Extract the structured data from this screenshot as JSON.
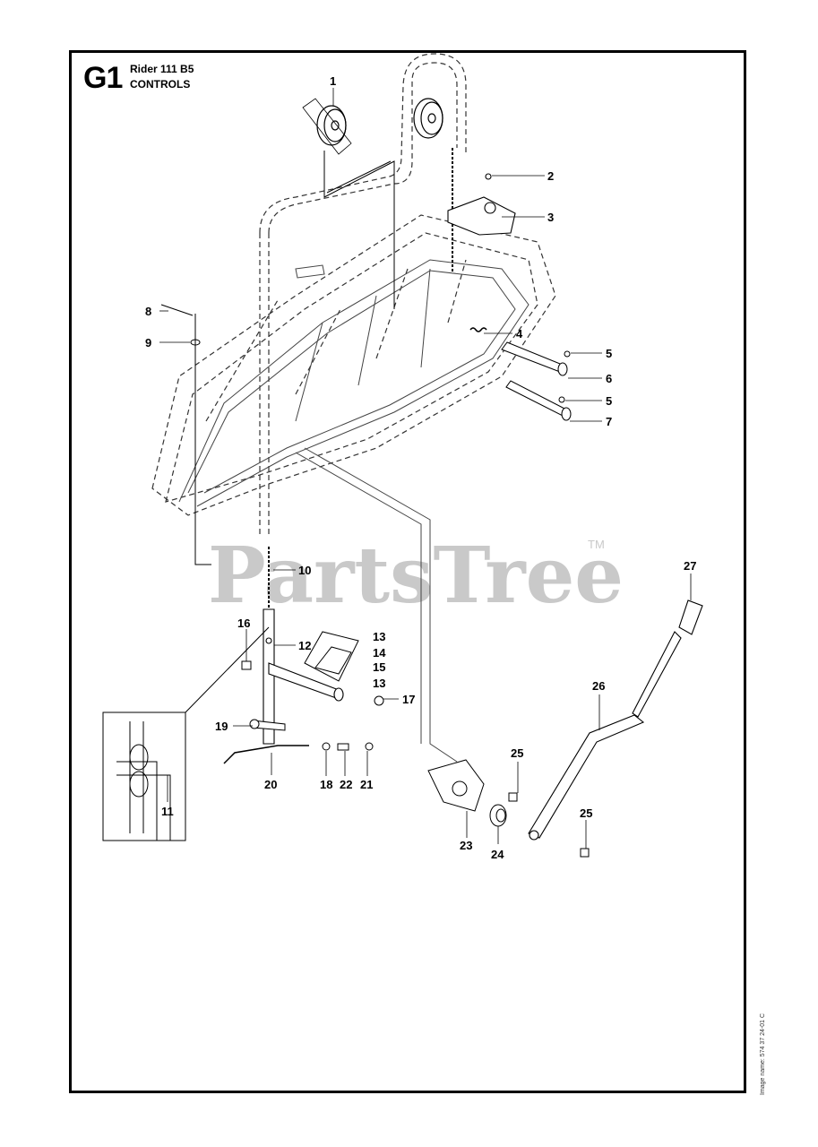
{
  "header": {
    "section_code": "G1",
    "model": "Rider 111 B5",
    "title": "CONTROLS"
  },
  "image_name": "Image name: 574 37 24-01 C",
  "watermark": {
    "text": "PartsTree",
    "trademark": "TM"
  },
  "callouts": [
    "1",
    "2",
    "3",
    "4",
    "5",
    "6",
    "5",
    "7",
    "8",
    "9",
    "10",
    "11",
    "12",
    "13",
    "14",
    "15",
    "13",
    "16",
    "17",
    "18",
    "19",
    "20",
    "21",
    "22",
    "23",
    "24",
    "25",
    "25",
    "26",
    "27"
  ]
}
